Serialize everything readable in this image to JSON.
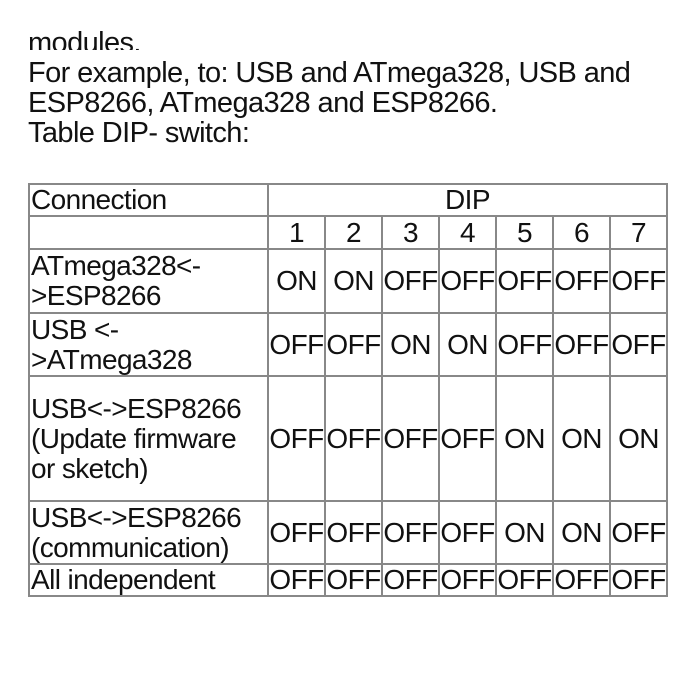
{
  "text": {
    "clipped_line": "modules.",
    "line1": "For example, to: USB and ATmega328, USB and",
    "line2": "ESP8266, ATmega328 and ESP8266.",
    "line3": "Table DIP- switch:"
  },
  "table": {
    "header_connection": "Connection",
    "header_dip": "DIP",
    "dip_numbers": [
      "1",
      "2",
      "3",
      "4",
      "5",
      "6",
      "7"
    ],
    "rows": [
      {
        "connection": "ATmega328<->ESP8266",
        "values": [
          "ON",
          "ON",
          "OFF",
          "OFF",
          "OFF",
          "OFF",
          "OFF"
        ]
      },
      {
        "connection": "USB <->ATmega328",
        "values": [
          "OFF",
          "OFF",
          "ON",
          "ON",
          "OFF",
          "OFF",
          "OFF"
        ]
      },
      {
        "connection": "USB<->ESP8266 (Update firmware or sketch)",
        "values": [
          "OFF",
          "OFF",
          "OFF",
          "OFF",
          "ON",
          "ON",
          "ON"
        ]
      },
      {
        "connection": "USB<->ESP8266 (communication)",
        "values": [
          "OFF",
          "OFF",
          "OFF",
          "OFF",
          "ON",
          "ON",
          "OFF"
        ]
      },
      {
        "connection": "All independent",
        "values": [
          "OFF",
          "OFF",
          "OFF",
          "OFF",
          "OFF",
          "OFF",
          "OFF"
        ]
      }
    ]
  }
}
